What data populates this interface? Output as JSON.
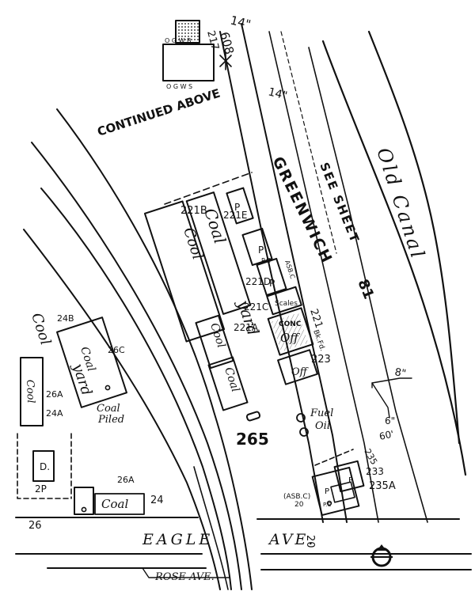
{
  "map": {
    "sheet_number": "265",
    "continued_above": "CONTINUED ABOVE",
    "see_sheet": "SEE SHEET",
    "see_sheet_number": "81",
    "streets": {
      "greenwich": "GREENWICH",
      "eagle": "EAGLE",
      "ave": "AVE.",
      "rose_ave": "ROSE AVE."
    },
    "canal_label": "Old Canal",
    "pipe_labels": {
      "p14a": "14\"",
      "p14b": "14\"",
      "p8": "8\"",
      "p6": "6\"",
      "p60": "60'"
    },
    "lot_numbers": {
      "n608": "608",
      "n217": "217",
      "n221b": "221B",
      "n221e": "221E",
      "n221d": "221D",
      "n221c": "221C",
      "n221a": "221A",
      "n221": "221",
      "n223": "223",
      "n235": "235",
      "n233": "233",
      "n235a": "235A",
      "n24b": "24B",
      "n26c": "26C",
      "n26a": "26A",
      "n24a": "24A",
      "n26": "26",
      "n26x": "26A",
      "n24": "24",
      "n20": "20"
    },
    "building_labels": {
      "coal_yard_upper": "Coal",
      "yard_upper": "yard",
      "coal_small_1": "Cool",
      "coal_small_2": "Cool",
      "coal_small_3": "Coal",
      "coal_left_1": "Cool",
      "yard_left": "yard",
      "coal_left_box": "Coal",
      "coal_piled_1": "Coal",
      "coal_piled_2": "Piled",
      "coal_side": "Cool",
      "coal_bottom": "Coal",
      "fuel_oil_1": "Fuel",
      "fuel_oil_2": "Oil",
      "conc": "CONC",
      "off_1": "Off",
      "off_2": "Off",
      "scales": "Scales",
      "bkfd": "Bk.Fd.",
      "asb_c": "ASB.C",
      "asb_c_2": "(ASB.C)",
      "d_label": "D.",
      "two_p": "2P",
      "p": "P",
      "pc": "P.C",
      "ogwb": "O G W B",
      "ogws": "O G W S"
    }
  }
}
